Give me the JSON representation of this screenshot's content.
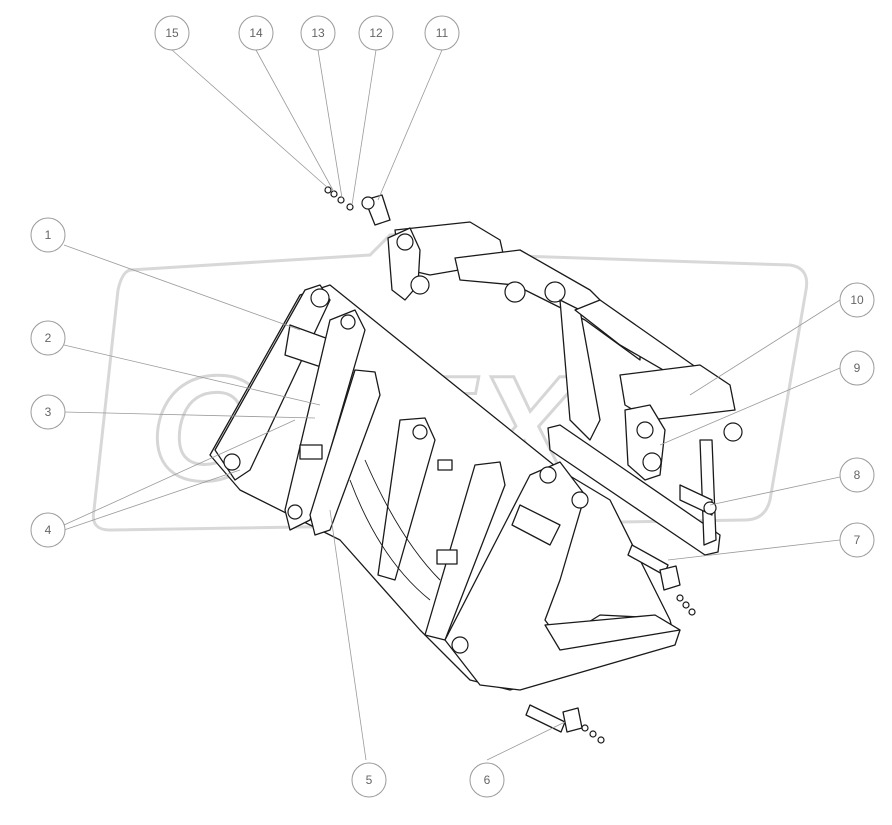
{
  "watermark": {
    "brand_text": "OREX",
    "color": "#d6d6d6"
  },
  "colors": {
    "line": "#1a1a1a",
    "callout": "#9a9a9a",
    "callout_text": "#666666",
    "background": "#ffffff"
  },
  "callouts": [
    {
      "id": "1",
      "label": "1"
    },
    {
      "id": "2",
      "label": "2"
    },
    {
      "id": "3",
      "label": "3"
    },
    {
      "id": "4",
      "label": "4"
    },
    {
      "id": "5",
      "label": "5"
    },
    {
      "id": "6",
      "label": "6"
    },
    {
      "id": "7",
      "label": "7"
    },
    {
      "id": "8",
      "label": "8"
    },
    {
      "id": "9",
      "label": "9"
    },
    {
      "id": "10",
      "label": "10"
    },
    {
      "id": "11",
      "label": "11"
    },
    {
      "id": "12",
      "label": "12"
    },
    {
      "id": "13",
      "label": "13"
    },
    {
      "id": "14",
      "label": "14"
    },
    {
      "id": "15",
      "label": "15"
    }
  ]
}
